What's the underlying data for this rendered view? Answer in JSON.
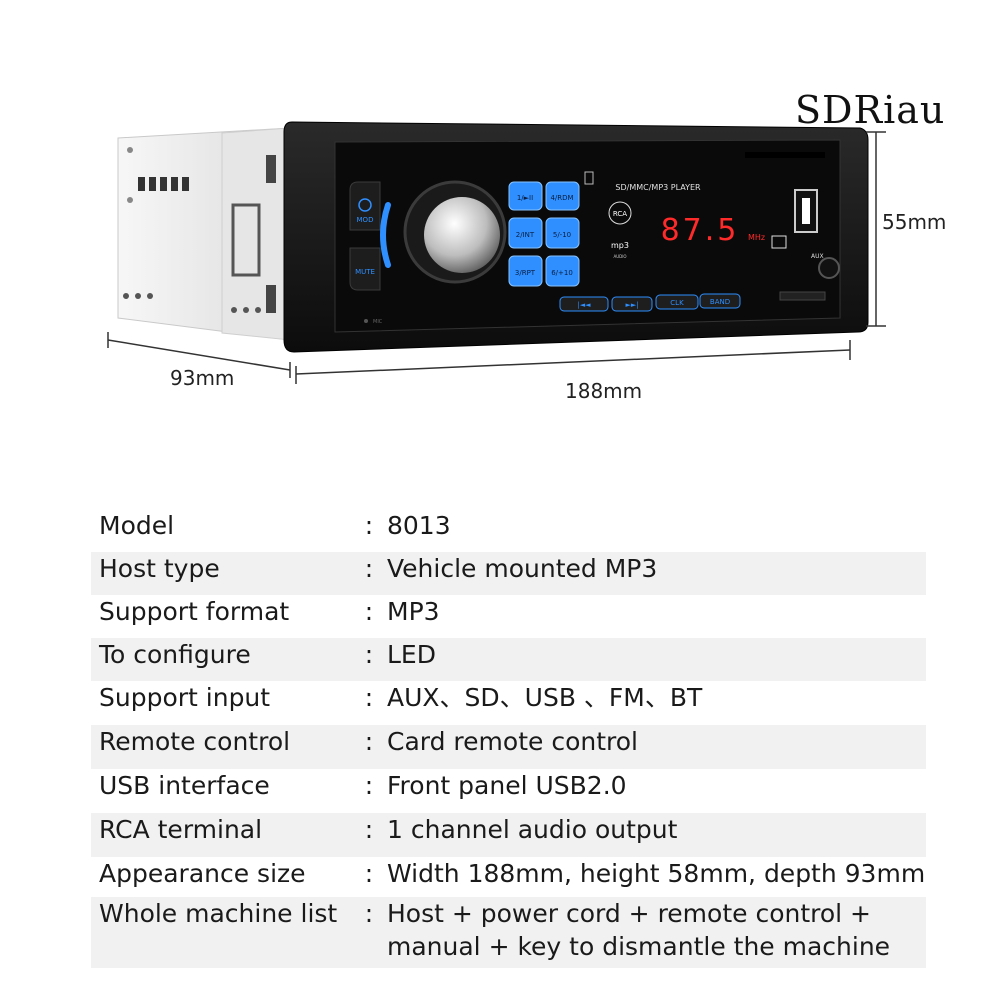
{
  "brand": "SDRiau",
  "dimensions": {
    "height": "55mm",
    "depth": "93mm",
    "width": "188mm"
  },
  "device": {
    "panel_title": "SD/MMC/MP3 PLAYER",
    "display_value": "87.5",
    "display_unit": "MHz",
    "buttons": {
      "mode": "MOD",
      "mute": "MUTE",
      "b1": "1/►II",
      "b2": "2/INT",
      "b3": "3/RPT",
      "b4": "4/RDM",
      "b5": "5/-10",
      "b6": "6/+10",
      "prev": "|◄◄",
      "next": "►►|",
      "clk": "CLK",
      "band": "BAND"
    },
    "aux_label": "AUX",
    "rca_label": "RCA",
    "mp3_label": "mp3",
    "mp3_sub": "AUDIO",
    "mic_label": "MIC"
  },
  "specs": [
    {
      "label": "Model",
      "value": "8013"
    },
    {
      "label": "Host type",
      "value": "Vehicle mounted MP3"
    },
    {
      "label": "Support format",
      "value": "MP3"
    },
    {
      "label": "To configure",
      "value": "LED"
    },
    {
      "label": "Support input",
      "value": "AUX、SD、USB 、FM、BT"
    },
    {
      "label": "Remote control",
      "value": "Card remote control"
    },
    {
      "label": "USB interface",
      "value": "Front panel USB2.0"
    },
    {
      "label": "RCA terminal",
      "value": "1 channel audio output"
    },
    {
      "label": "Appearance size",
      "value": "Width 188mm, height 58mm, depth 93mm"
    },
    {
      "label": "Whole machine list",
      "value": "Host + power cord + remote control + manual + key to dismantle the machine"
    }
  ],
  "colors": {
    "button_blue": "#2f8fff",
    "led_red": "#ff2a2a",
    "panel": "#141414",
    "row_shade": "#f1f1f1"
  }
}
